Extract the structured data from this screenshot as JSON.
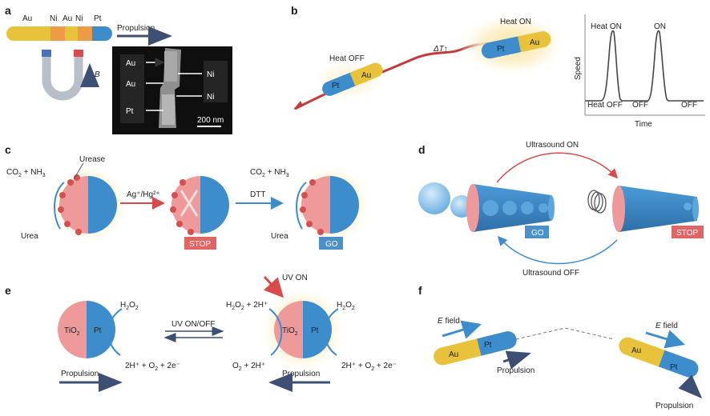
{
  "colors": {
    "gold": "#e8c23a",
    "orange": "#ef9a46",
    "blue": "#3d8ccc",
    "pink": "#ee9a9a",
    "red": "#d94a4a",
    "navy": "#3d4f72",
    "glow": "#fbe6a4",
    "stop": "#e06666",
    "go": "#4a90cc"
  },
  "panels": {
    "a": "a",
    "b": "b",
    "c": "c",
    "d": "d",
    "e": "e",
    "f": "f"
  },
  "a": {
    "rod_labels": [
      "Au",
      "Ni",
      "Au",
      "Ni",
      "Pt"
    ],
    "propulsion": "Propulsion",
    "field": "B",
    "sem_labels": [
      "Au",
      "Au",
      "Pt",
      "Ni",
      "Ni"
    ],
    "scale": "200 nm"
  },
  "b": {
    "heat_off": "Heat OFF",
    "heat_on": "Heat ON",
    "dT": "ΔT↑",
    "pt": "Pt",
    "au": "Au",
    "plot": {
      "ylabel": "Speed",
      "xlabel": "Time",
      "labels": [
        "Heat ON",
        "ON",
        "Heat OFF",
        "OFF",
        "OFF"
      ]
    }
  },
  "c": {
    "urease": "Urease",
    "co2": "CO",
    "co2_sub": "2",
    "plus_nh": " + NH",
    "nh_sub": "3",
    "urea": "Urea",
    "ag": "Ag⁺/Hg²⁺",
    "dtt": "DTT",
    "stop": "STOP",
    "go": "GO"
  },
  "d": {
    "us_on": "Ultrasound ON",
    "us_off": "Ultrasound OFF",
    "go": "GO",
    "stop": "STOP"
  },
  "e": {
    "tio": "TiO",
    "tio_sub": "2",
    "pt": "Pt",
    "h2o2": "H",
    "sub2": "2",
    "o": "O",
    "uv_onoff": "UV ON/OFF",
    "uv_on": "UV ON",
    "propulsion": "Propulsion",
    "prod": "2H⁺ + O",
    "e_minus": " + 2e⁻",
    "h2o2_2h": " + 2H⁺",
    "o2_2h": " + 2H⁺"
  },
  "f": {
    "efield": "E",
    "field_word": " field",
    "au": "Au",
    "pt": "Pt",
    "propulsion": "Propulsion"
  }
}
